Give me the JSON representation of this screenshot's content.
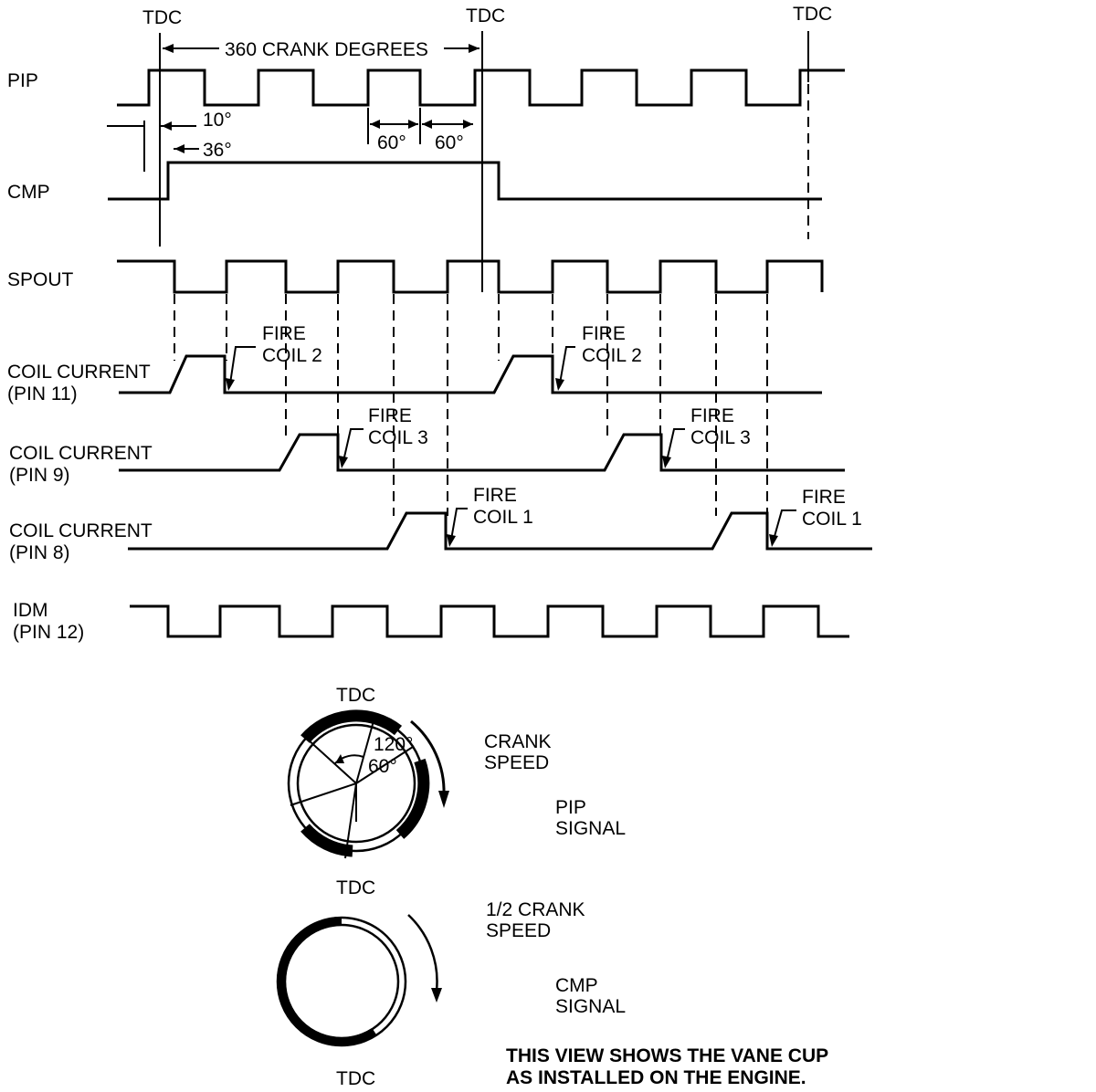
{
  "labels": {
    "tdc": "TDC",
    "crank_degrees": "360 CRANK DEGREES",
    "deg10": "10°",
    "deg36": "36°",
    "deg60": "60°",
    "deg120": "120°",
    "pip": "PIP",
    "cmp": "CMP",
    "spout": "SPOUT",
    "coil_current": "COIL CURRENT",
    "pin11": "(PIN 11)",
    "pin9": "(PIN 9)",
    "pin8": "(PIN 8)",
    "idm": "IDM",
    "pin12": "(PIN 12)",
    "fire": "FIRE",
    "coil1": "COIL 1",
    "coil2": "COIL 2",
    "coil3": "COIL 3",
    "crank": "CRANK",
    "speed": "SPEED",
    "signal": "SIGNAL",
    "half_crank": "1/2 CRANK",
    "cmp_signal_top": "CMP",
    "pip_signal_top": "PIP",
    "note_line1": "THIS VIEW SHOWS THE VANE CUP",
    "note_line2": "AS INSTALLED ON THE ENGINE."
  }
}
